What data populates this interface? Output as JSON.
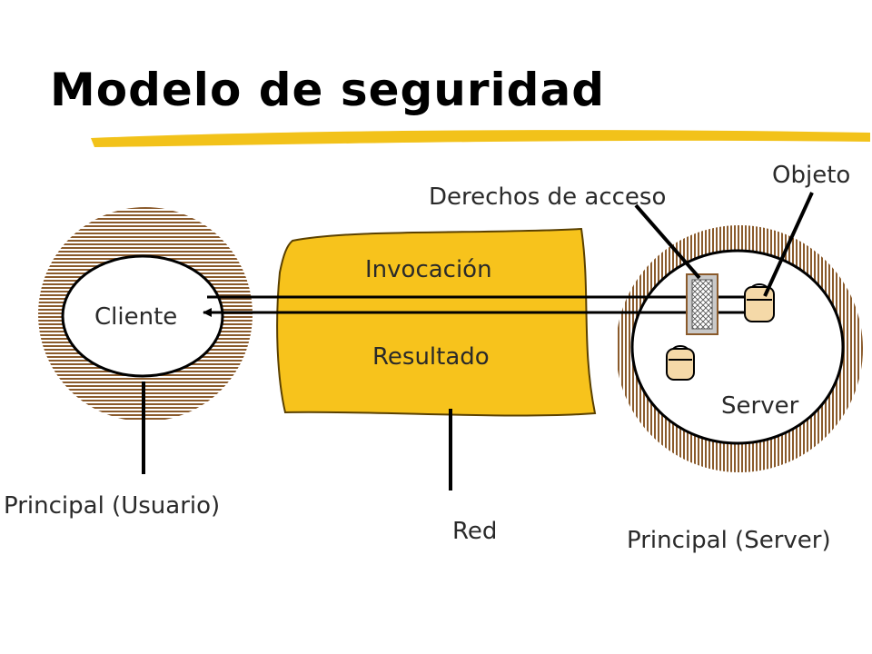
{
  "title": "Modelo de seguridad",
  "labels": {
    "cliente": "Cliente",
    "invocacion": "Invocación",
    "resultado": "Resultado",
    "server": "Server",
    "objeto": "Objeto",
    "derechos": "Derechos de acceso",
    "principal_usuario": "Principal (Usuario)",
    "red": "Red",
    "principal_server": "Principal (Server)"
  },
  "colors": {
    "network_fill": "#f7c31c",
    "ring_stripe": "#8a5a2b",
    "title_underline": "#f2c21a",
    "object_fill": "#f5d9a8"
  }
}
